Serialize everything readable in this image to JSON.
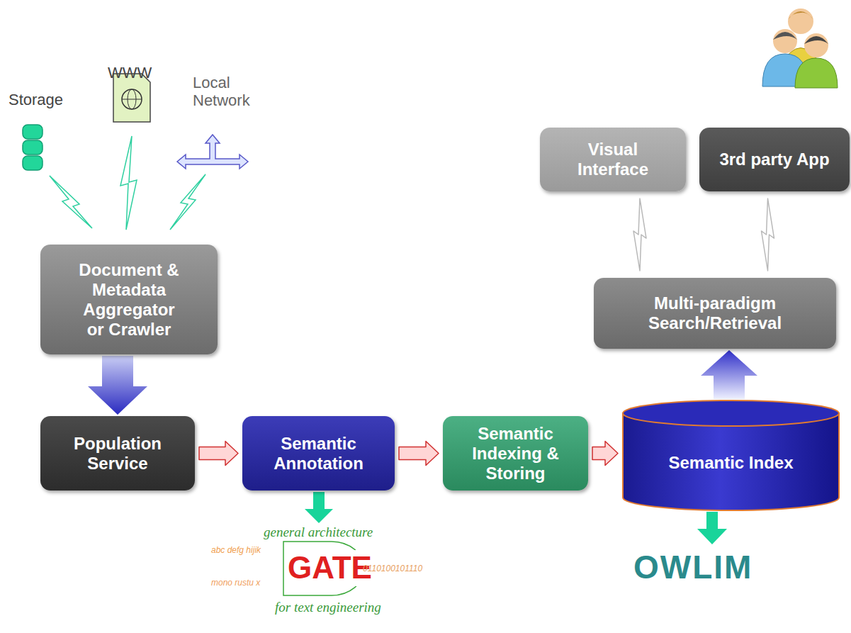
{
  "diagram": {
    "nodes": [
      {
        "text": [
          "Document & Metadata Aggregator or Crawler"
        ]
      },
      {
        "text": [
          "Population Service"
        ]
      },
      {
        "text": [
          "Semantic Annotation"
        ]
      },
      {
        "text": [
          "Semantic Indexing & Storing"
        ]
      },
      {
        "text": [
          "Semantic Index"
        ]
      },
      {
        "text": [
          "Multi-paradigm Search/Retrieval"
        ]
      },
      {
        "text": [
          "Visual Interface"
        ]
      },
      {
        "text": [
          "3rd party App"
        ]
      }
    ],
    "edges": [
      {
        "from": 0,
        "to": 1,
        "arrow": "to"
      },
      {
        "from": 1,
        "to": 2,
        "arrow": "to"
      },
      {
        "from": 2,
        "to": 3,
        "arrow": "to"
      },
      {
        "from": 3,
        "to": 4,
        "arrow": "to"
      },
      {
        "from": 4,
        "to": 5,
        "arrow": "to"
      },
      {
        "from": 5,
        "to": 6,
        "arrow": "none"
      },
      {
        "from": 5,
        "to": 7,
        "arrow": "none"
      }
    ],
    "labels": [
      "Storage",
      "WWW",
      "Local Network",
      "general architecture",
      "abc defg hijik",
      "GATE",
      "0110100101110",
      "mono rustu x",
      "for text engineering",
      "OWLIM"
    ]
  }
}
